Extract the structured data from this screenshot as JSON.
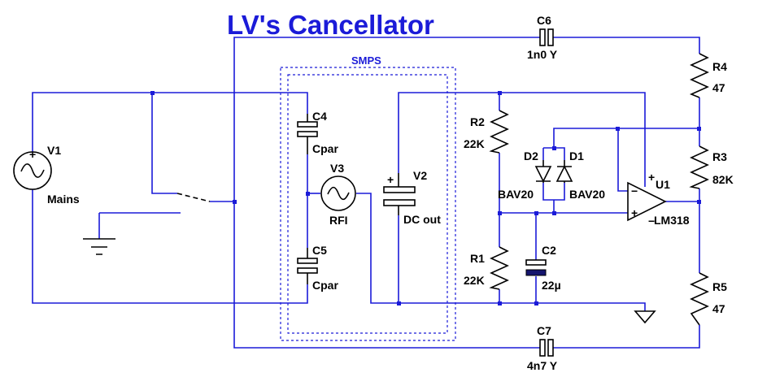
{
  "title": "LV's Cancellator",
  "box_label": "SMPS",
  "colors": {
    "wire": "#1b1bd8",
    "component": "#000000",
    "title": "#1b1bd8"
  },
  "components": {
    "V1": {
      "ref": "V1",
      "value": "Mains"
    },
    "V2": {
      "ref": "V2",
      "value": "DC out"
    },
    "V3": {
      "ref": "V3",
      "value": "RFI"
    },
    "C4": {
      "ref": "C4",
      "value": "Cpar"
    },
    "C5": {
      "ref": "C5",
      "value": "Cpar"
    },
    "C6": {
      "ref": "C6",
      "value": "1n0 Y"
    },
    "C7": {
      "ref": "C7",
      "value": "4n7 Y"
    },
    "C2": {
      "ref": "C2",
      "value": "22µ"
    },
    "R1": {
      "ref": "R1",
      "value": "22K"
    },
    "R2": {
      "ref": "R2",
      "value": "22K"
    },
    "R3": {
      "ref": "R3",
      "value": "82K"
    },
    "R4": {
      "ref": "R4",
      "value": "47"
    },
    "R5": {
      "ref": "R5",
      "value": "47"
    },
    "D1": {
      "ref": "D1",
      "value": "BAV20"
    },
    "D2": {
      "ref": "D2",
      "value": "BAV20"
    },
    "U1": {
      "ref": "U1",
      "value": "LM318"
    }
  },
  "pins": {
    "plus": "+",
    "minus": "−"
  }
}
